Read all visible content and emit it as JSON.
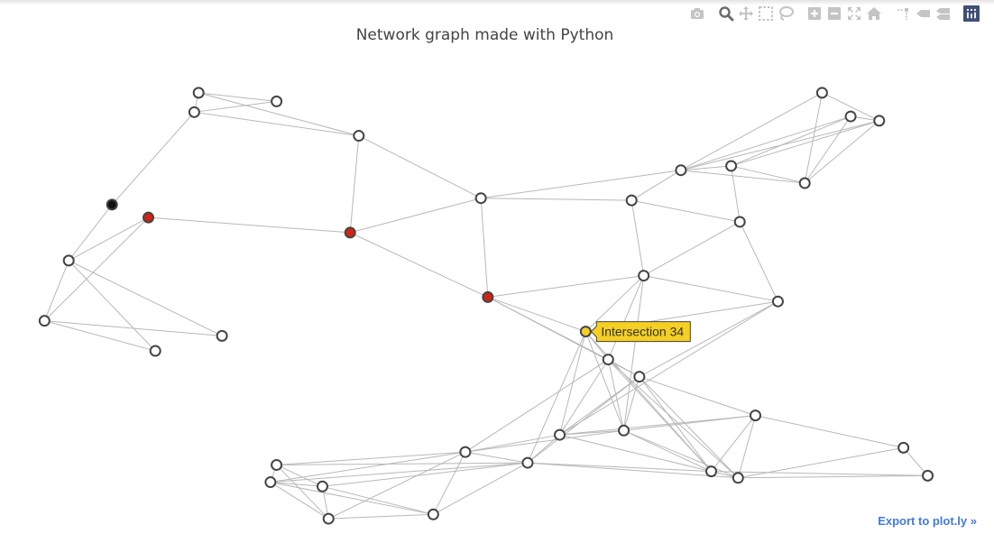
{
  "page": {
    "title": "Network graph made with Python",
    "export_link": "Export to plot.ly »"
  },
  "modebar": {
    "buttons": [
      {
        "icon": "camera-icon",
        "group": 0
      },
      {
        "icon": "zoom-icon",
        "group": 1,
        "active": true
      },
      {
        "icon": "pan-icon",
        "group": 1
      },
      {
        "icon": "box-select-icon",
        "group": 1
      },
      {
        "icon": "lasso-select-icon",
        "group": 1
      },
      {
        "icon": "zoom-in-icon",
        "group": 2
      },
      {
        "icon": "zoom-out-icon",
        "group": 2
      },
      {
        "icon": "autoscale-icon",
        "group": 2
      },
      {
        "icon": "reset-axes-icon",
        "group": 2
      },
      {
        "icon": "spike-lines-icon",
        "group": 3
      },
      {
        "icon": "hover-closest-icon",
        "group": 3
      },
      {
        "icon": "hover-compare-icon",
        "group": 3
      },
      {
        "icon": "plotly-logo-icon",
        "group": 4
      }
    ],
    "colors": {
      "icon": "#c4c4c4",
      "active": "#6b6b6b",
      "logo": "#3f4f75"
    }
  },
  "chart_data": {
    "type": "scatter",
    "title": "Network graph made with Python",
    "xlim": [
      0,
      1
    ],
    "ylim": [
      0,
      1
    ],
    "grid": false,
    "colors": {
      "edge": "#b8b8b8",
      "node_fill": "#ffffff",
      "node_stroke": "#444444",
      "highlight_red": "#d42312",
      "highlight_black": "#111111",
      "hover_fill": "#f5cf22"
    },
    "nodes": [
      {
        "id": 0,
        "x": 0.17,
        "y": 0.95
      },
      {
        "id": 1,
        "x": 0.165,
        "y": 0.905
      },
      {
        "id": 2,
        "x": 0.26,
        "y": 0.93
      },
      {
        "id": 3,
        "x": 0.355,
        "y": 0.85
      },
      {
        "id": 4,
        "x": 0.07,
        "y": 0.69,
        "fill": "black"
      },
      {
        "id": 5,
        "x": 0.112,
        "y": 0.66,
        "fill": "red"
      },
      {
        "id": 6,
        "x": 0.345,
        "y": 0.625,
        "fill": "red"
      },
      {
        "id": 7,
        "x": 0.02,
        "y": 0.56
      },
      {
        "id": 8,
        "x": -0.008,
        "y": 0.42
      },
      {
        "id": 9,
        "x": 0.12,
        "y": 0.35
      },
      {
        "id": 10,
        "x": 0.197,
        "y": 0.385
      },
      {
        "id": 11,
        "x": 0.496,
        "y": 0.705
      },
      {
        "id": 12,
        "x": 0.504,
        "y": 0.475,
        "fill": "red"
      },
      {
        "id": 13,
        "x": 0.67,
        "y": 0.7
      },
      {
        "id": 14,
        "x": 0.684,
        "y": 0.525
      },
      {
        "id": 15,
        "x": 0.727,
        "y": 0.77
      },
      {
        "id": 16,
        "x": 0.785,
        "y": 0.78
      },
      {
        "id": 17,
        "x": 0.795,
        "y": 0.65
      },
      {
        "id": 18,
        "x": 0.87,
        "y": 0.74
      },
      {
        "id": 19,
        "x": 0.89,
        "y": 0.95
      },
      {
        "id": 20,
        "x": 0.923,
        "y": 0.895
      },
      {
        "id": 21,
        "x": 0.956,
        "y": 0.885
      },
      {
        "id": 22,
        "x": 0.839,
        "y": 0.465
      },
      {
        "id": 23,
        "x": 0.617,
        "y": 0.395,
        "fill": "hover"
      },
      {
        "id": 24,
        "x": 0.643,
        "y": 0.33
      },
      {
        "id": 25,
        "x": 0.679,
        "y": 0.29
      },
      {
        "id": 26,
        "x": 0.813,
        "y": 0.2
      },
      {
        "id": 27,
        "x": 0.587,
        "y": 0.155
      },
      {
        "id": 28,
        "x": 0.661,
        "y": 0.165
      },
      {
        "id": 29,
        "x": 0.478,
        "y": 0.115
      },
      {
        "id": 30,
        "x": 0.55,
        "y": 0.09
      },
      {
        "id": 31,
        "x": 0.762,
        "y": 0.07
      },
      {
        "id": 32,
        "x": 0.793,
        "y": 0.055
      },
      {
        "id": 33,
        "x": 0.984,
        "y": 0.125
      },
      {
        "id": 34,
        "x": 1.012,
        "y": 0.06
      },
      {
        "id": 35,
        "x": 0.26,
        "y": 0.085
      },
      {
        "id": 36,
        "x": 0.253,
        "y": 0.045
      },
      {
        "id": 37,
        "x": 0.313,
        "y": 0.035
      },
      {
        "id": 38,
        "x": 0.32,
        "y": -0.04
      },
      {
        "id": 39,
        "x": 0.441,
        "y": -0.03
      }
    ],
    "edges": [
      [
        0,
        2
      ],
      [
        0,
        3
      ],
      [
        1,
        2
      ],
      [
        1,
        3
      ],
      [
        1,
        4
      ],
      [
        0,
        1
      ],
      [
        3,
        6
      ],
      [
        3,
        11
      ],
      [
        4,
        7
      ],
      [
        5,
        6
      ],
      [
        5,
        7
      ],
      [
        5,
        8
      ],
      [
        7,
        8
      ],
      [
        7,
        9
      ],
      [
        7,
        10
      ],
      [
        8,
        9
      ],
      [
        8,
        10
      ],
      [
        6,
        11
      ],
      [
        6,
        12
      ],
      [
        11,
        12
      ],
      [
        11,
        13
      ],
      [
        11,
        15
      ],
      [
        13,
        15
      ],
      [
        13,
        14
      ],
      [
        13,
        17
      ],
      [
        14,
        17
      ],
      [
        15,
        16
      ],
      [
        15,
        18
      ],
      [
        15,
        19
      ],
      [
        15,
        20
      ],
      [
        15,
        21
      ],
      [
        16,
        17
      ],
      [
        16,
        18
      ],
      [
        16,
        20
      ],
      [
        16,
        21
      ],
      [
        17,
        22
      ],
      [
        18,
        20
      ],
      [
        18,
        21
      ],
      [
        19,
        21
      ],
      [
        19,
        18
      ],
      [
        20,
        21
      ],
      [
        12,
        14
      ],
      [
        12,
        23
      ],
      [
        12,
        24
      ],
      [
        12,
        25
      ],
      [
        14,
        22
      ],
      [
        14,
        23
      ],
      [
        14,
        28
      ],
      [
        14,
        24
      ],
      [
        22,
        23
      ],
      [
        22,
        27
      ],
      [
        22,
        25
      ],
      [
        23,
        24
      ],
      [
        23,
        27
      ],
      [
        23,
        28
      ],
      [
        23,
        30
      ],
      [
        23,
        31
      ],
      [
        24,
        25
      ],
      [
        24,
        27
      ],
      [
        24,
        28
      ],
      [
        24,
        29
      ],
      [
        24,
        31
      ],
      [
        24,
        32
      ],
      [
        25,
        26
      ],
      [
        25,
        27
      ],
      [
        25,
        28
      ],
      [
        25,
        30
      ],
      [
        25,
        31
      ],
      [
        25,
        32
      ],
      [
        26,
        27
      ],
      [
        26,
        28
      ],
      [
        26,
        31
      ],
      [
        26,
        32
      ],
      [
        26,
        33
      ],
      [
        27,
        28
      ],
      [
        27,
        31
      ],
      [
        27,
        29
      ],
      [
        27,
        30
      ],
      [
        28,
        31
      ],
      [
        28,
        29
      ],
      [
        28,
        32
      ],
      [
        29,
        30
      ],
      [
        29,
        35
      ],
      [
        29,
        36
      ],
      [
        29,
        38
      ],
      [
        29,
        39
      ],
      [
        30,
        31
      ],
      [
        30,
        32
      ],
      [
        30,
        39
      ],
      [
        30,
        37
      ],
      [
        30,
        35
      ],
      [
        31,
        32
      ],
      [
        31,
        34
      ],
      [
        32,
        33
      ],
      [
        32,
        34
      ],
      [
        33,
        34
      ],
      [
        35,
        36
      ],
      [
        35,
        37
      ],
      [
        35,
        38
      ],
      [
        36,
        37
      ],
      [
        36,
        38
      ],
      [
        36,
        39
      ],
      [
        37,
        38
      ],
      [
        37,
        39
      ],
      [
        38,
        39
      ],
      [
        30,
        36
      ]
    ],
    "hover": {
      "node": 23,
      "label": "Intersection 34"
    }
  }
}
